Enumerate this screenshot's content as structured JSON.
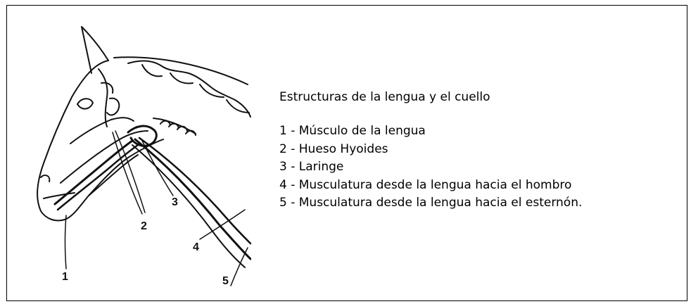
{
  "legend": {
    "title": "Estructuras de la lengua y el cuello",
    "items": [
      "1 - Músculo de la lengua",
      "2 - Hueso Hyoides",
      "3 - Laringe",
      "4 - Musculatura desde la lengua hacia el hombro",
      "5 - Musculatura desde la lengua hacia el esternón."
    ]
  },
  "illustration": {
    "labels": [
      "1",
      "2",
      "3",
      "4",
      "5"
    ]
  },
  "colors": {
    "border": "#000000",
    "ink": "#111111",
    "background": "#ffffff"
  }
}
